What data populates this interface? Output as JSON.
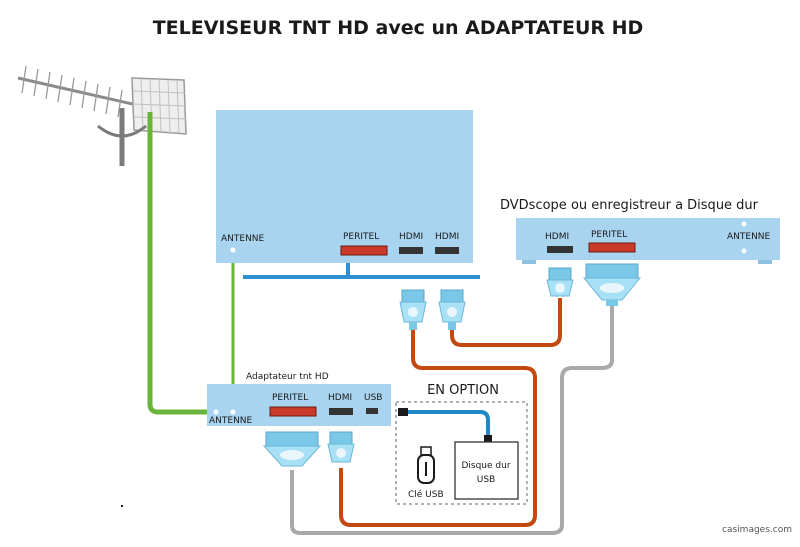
{
  "title": "TELEVISEUR TNT HD avec un ADAPTATEUR HD",
  "tv": {
    "antenna_label": "ANTENNE",
    "peritel_label": "PERITEL",
    "hdmi1_label": "HDMI",
    "hdmi2_label": "HDMI"
  },
  "recorder": {
    "title": "DVDscope ou enregistreur a Disque dur",
    "hdmi_label": "HDMI",
    "peritel_label": "PERITEL",
    "antenna_label": "ANTENNE"
  },
  "adapter": {
    "title": "Adaptateur tnt  HD",
    "peritel_label": "PERITEL",
    "hdmi_label": "HDMI",
    "usb_label": "USB",
    "antenna_label": "ANTENNE"
  },
  "option": {
    "title": "EN OPTION",
    "usb_key_label": "Clé USB",
    "hdd_line1": "Disque dur",
    "hdd_line2": "USB"
  },
  "watermark": "casimages.com",
  "colors": {
    "device_blue": "#a9d4f0",
    "antenna_cable": "#6ab43a",
    "hdmi_cable": "#c24a10",
    "scart_cable": "#a9a9a9",
    "usb_cable": "#1f88c8"
  }
}
